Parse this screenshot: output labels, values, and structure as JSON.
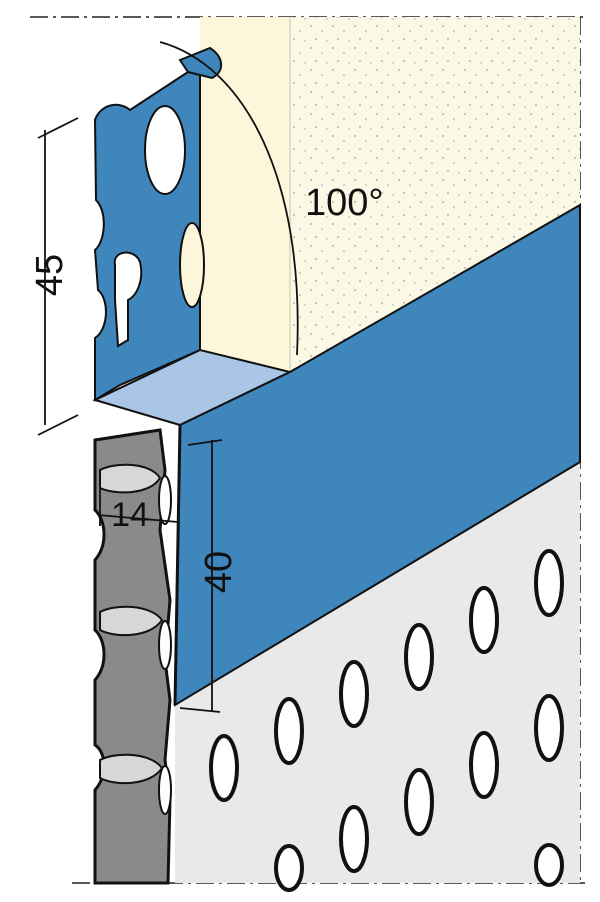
{
  "dimensions": {
    "top_height": "45",
    "bottom_height": "40",
    "mesh_depth": "14",
    "angle": "100°"
  },
  "colors": {
    "profile_blue": "#3f86bd",
    "profile_top_face": "#a9c6e6",
    "plaster_cream": "#fcf6db",
    "plaster_dotted": "#fbf8e6",
    "perforated_board": "#e9e9e9",
    "mesh_grey": "#8a8a8a",
    "outline": "#111111"
  }
}
